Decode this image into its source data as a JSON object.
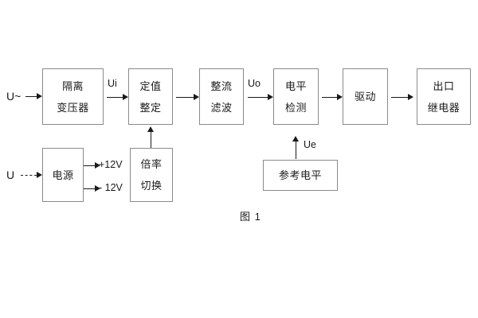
{
  "figure": {
    "caption": "图 1",
    "theme": {
      "background": "#ffffff",
      "box_border": "#8a8a8a",
      "text": "#1a1a1a",
      "arrow": "#1a1a1a"
    }
  },
  "blocks": {
    "isolation_transformer": {
      "line1": "隔离",
      "line2": "变压器"
    },
    "setting_value": {
      "line1": "定值",
      "line2": "整定"
    },
    "rectify_filter": {
      "line1": "整流",
      "line2": "滤波"
    },
    "level_detection": {
      "line1": "电平",
      "line2": "检测"
    },
    "drive": {
      "line1": "驱动",
      "line2": ""
    },
    "output_relay": {
      "line1": "出口",
      "line2": "继电器"
    },
    "power_supply": {
      "line1": "电源",
      "line2": ""
    },
    "multiplier_switch": {
      "line1": "倍率",
      "line2": "切换"
    },
    "reference_level": {
      "line1": "参考电平",
      "line2": ""
    }
  },
  "signals": {
    "input_ac": "U~",
    "input_dc": "U",
    "ui": "Ui",
    "uo": "Uo",
    "ue": "Ue",
    "supply_positive": "+12V",
    "supply_negative": "- 12V"
  }
}
